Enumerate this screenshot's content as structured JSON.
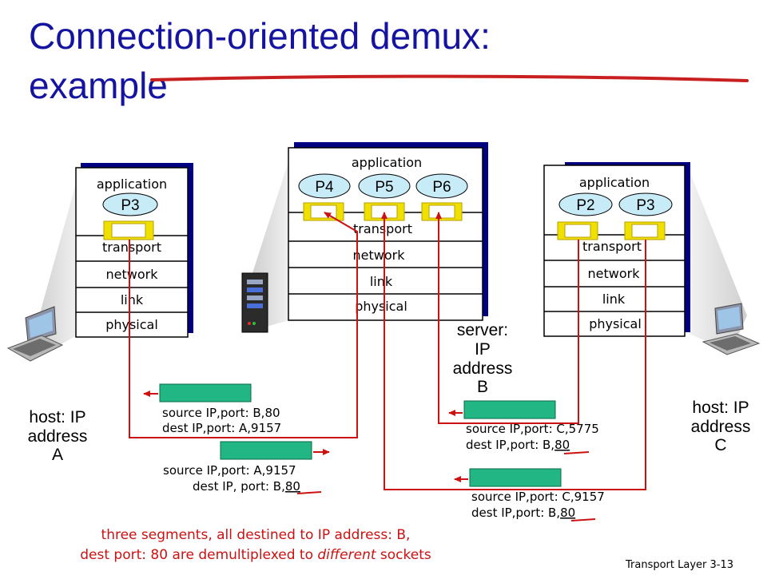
{
  "slide": {
    "title_line1": "Connection-oriented demux:",
    "title_line2": "example",
    "footer": "Transport Layer 3-13",
    "caption_line1": "three segments, all destined to IP address: B,",
    "caption_line2_pre": "dest port: 80 are demultiplexed to ",
    "caption_line2_em": "different",
    "caption_line2_post": " sockets"
  },
  "host_a": {
    "layers": [
      "application",
      "transport",
      "network",
      "link",
      "physical"
    ],
    "process": "P3",
    "label_line1": "host: IP",
    "label_line2": "address",
    "label_line3": "A"
  },
  "server_b": {
    "layers": [
      "application",
      "transport",
      "network",
      "link",
      "physical"
    ],
    "processes": [
      "P4",
      "P5",
      "P6"
    ],
    "label_line1": "server:",
    "label_line2": "IP",
    "label_line3": "address",
    "label_line4": "B"
  },
  "host_c": {
    "layers": [
      "application",
      "transport",
      "network",
      "link",
      "physical"
    ],
    "processes": [
      "P2",
      "P3"
    ],
    "label_line1": "host: IP",
    "label_line2": "address",
    "label_line3": "C"
  },
  "segments": [
    {
      "source": "source IP,port: B,80",
      "dest": "dest IP,port: A,9157"
    },
    {
      "source": "source IP,port: A,9157",
      "dest_prefix": "dest IP, port: B,",
      "dest_port": "80"
    },
    {
      "source": "source IP,port: C,5775",
      "dest_prefix": "dest IP,port: B,",
      "dest_port": "80"
    },
    {
      "source": "source IP,port: C,9157",
      "dest_prefix": "dest IP,port: B,",
      "dest_port": "80"
    }
  ],
  "colors": {
    "title": "#1414a0",
    "arrow": "#cc1111",
    "segment_fill": "#22b685",
    "socket_fill": "#f0e000",
    "process_fill": "#c8ecf7",
    "stack_shadow": "#000080"
  }
}
